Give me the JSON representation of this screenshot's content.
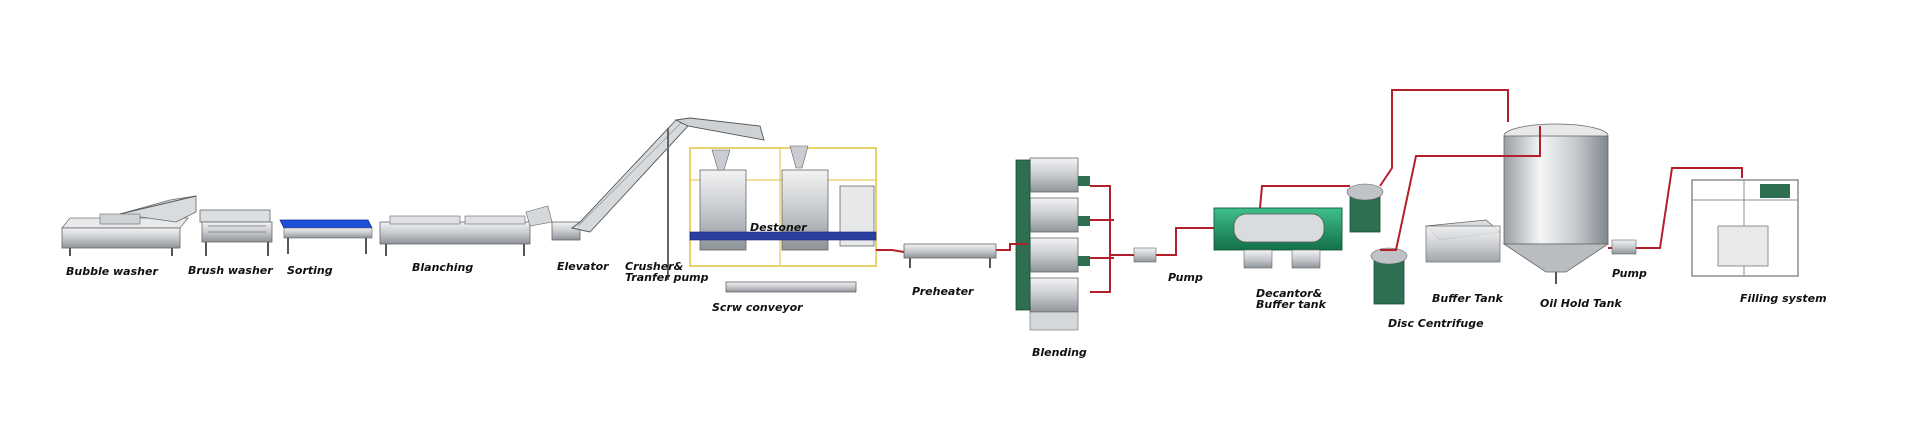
{
  "labels": {
    "bubble_washer": "Bubble washer",
    "brush_washer": "Brush washer",
    "sorting": "Sorting",
    "blanching": "Blanching",
    "elevator": "Elevator",
    "crusher_transfer_pump": "Crusher&\nTranfer pump",
    "destoner": "Destoner",
    "screw_conveyor": "Scrw conveyor",
    "preheater": "Preheater",
    "blending": "Blending",
    "pump_1": "Pump",
    "decantor_buffer_tank": "Decantor&\nBuffer tank",
    "disc_centrifuge": "Disc Centrifuge",
    "buffer_tank": "Buffer Tank",
    "oil_hold_tank": "Oil Hold Tank",
    "pump_2": "Pump",
    "filling_system": "Filling system"
  },
  "colors": {
    "pipe": "#b3202a",
    "sorting_belt": "#1e4fd6",
    "decanter": "#1f9a6a",
    "centrifuge": "#2e6f52",
    "frame_yellow": "#e2c23a",
    "steel": "#c9ccd0"
  }
}
